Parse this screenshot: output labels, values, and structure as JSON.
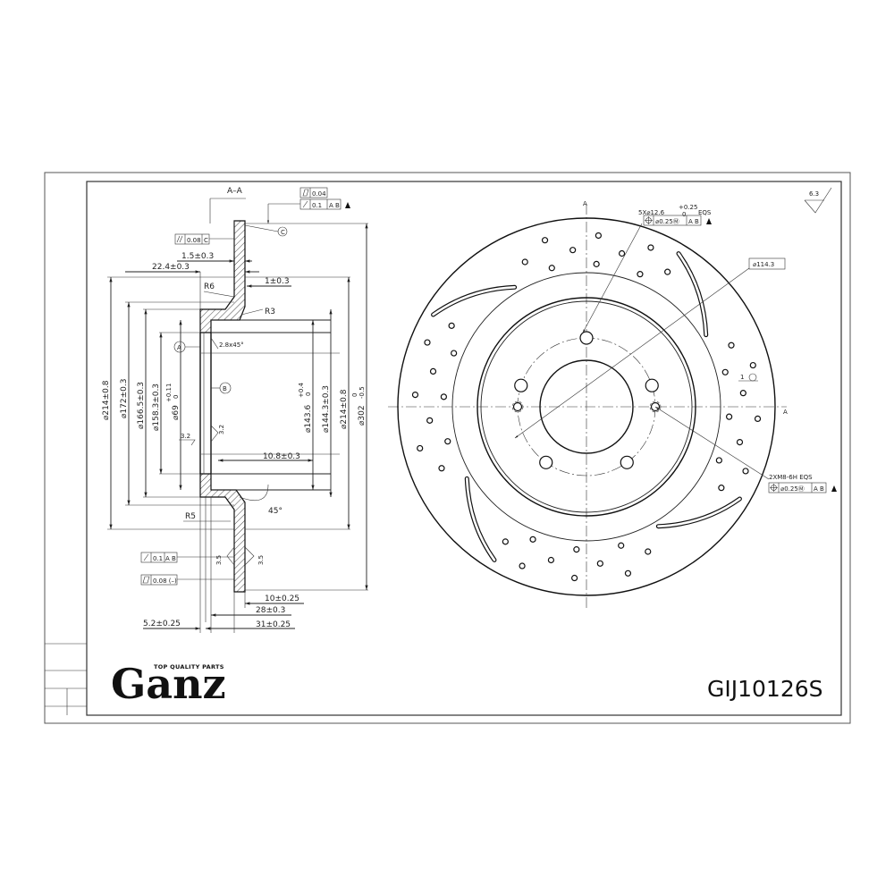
{
  "section_label": "A–A",
  "view_mark": "A",
  "datum_a": "A",
  "datum_b": "B",
  "datum_c": "C",
  "roughness": "6.3",
  "tolerance_frames": {
    "flatness": "0.04",
    "runout_top": "0.1",
    "runout_top_ref": "A B",
    "parallel": "0.08",
    "parallel_ref": "C",
    "runout_bottom": "0.1",
    "runout_bottom_ref": "A B",
    "flatness_bottom": "0.08 (–)",
    "pos_holes_tol": "⌀0.25Ⓜ",
    "pos_holes_ref": "A B",
    "pos_threads_tol": "⌀0.25Ⓜ",
    "pos_threads_ref": "A B"
  },
  "dimensions": {
    "d_1_5": "1.5±0.3",
    "d_22_4": "22.4±0.3",
    "r6": "R6",
    "d_1": "1±0.3",
    "r3": "R3",
    "chamfer": "2.8x45°",
    "d_214_left": "⌀214±0.8",
    "d_172": "⌀172±0.3",
    "d_166_5": "⌀166.5±0.3",
    "d_158_3": "⌀158.3±0.3",
    "d_69": "⌀69",
    "d_69_tol": "+0.11",
    "d_69_tol_low": "0",
    "rough_3_2a": "3.2",
    "rough_3_2b": "3.2",
    "d_143_6": "⌀143.6",
    "d_143_6_tol": "+0.4",
    "d_143_6_tol_low": "0",
    "d_144_3": "⌀144.3±0.3",
    "d_214_right": "⌀214±0.8",
    "d_302": "⌀302",
    "d_302_tol": "0",
    "d_302_tol_low": "-0.5",
    "d_10_8": "10.8±0.3",
    "angle_45": "45°",
    "r5": "R5",
    "rough_3_5a": "3.5",
    "rough_3_5b": "3.5",
    "d_10": "10±0.25",
    "d_28": "28±0.3",
    "d_5_2": "5.2±0.25",
    "d_31": "31±0.25",
    "holes": "5X⌀12.6",
    "holes_tol": "+0.25",
    "holes_tol_low": "0",
    "holes_eqs": "EQS",
    "pcd": "⌀114.3",
    "threads": "2XM8-6H  EQS",
    "small_mark": "1"
  },
  "brand": {
    "name": "Ganz",
    "tagline": "TOP QUALITY PARTS"
  },
  "part_number": "GIJ10126S"
}
